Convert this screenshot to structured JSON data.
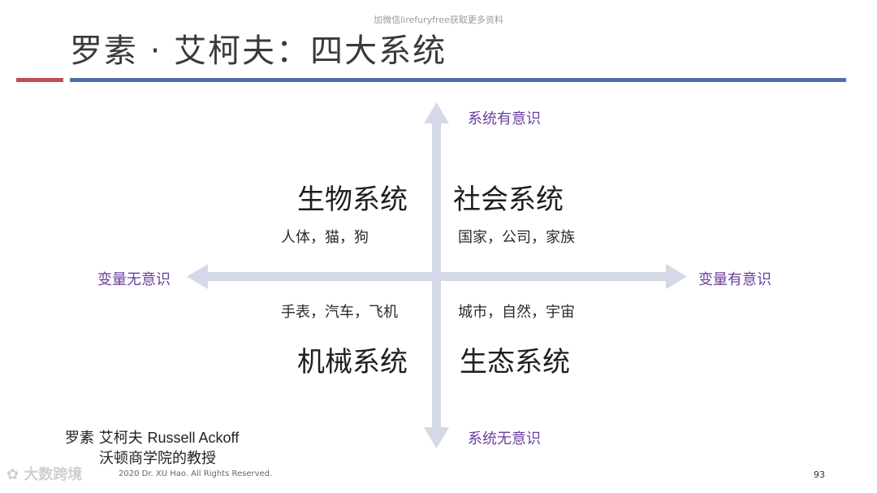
{
  "header": {
    "watermark": "加微信lirefuryfree获取更多资料",
    "title": "罗素 · 艾柯夫：四大系统"
  },
  "axes": {
    "top": "系统有意识",
    "bottom": "系统无意识",
    "left": "变量无意识",
    "right": "变量有意识"
  },
  "quadrants": {
    "top_left": {
      "title": "生物系统",
      "examples": "人体，猫，狗"
    },
    "top_right": {
      "title": "社会系统",
      "examples": "国家，公司，家族"
    },
    "bottom_left": {
      "title": "机械系统",
      "examples": "手表，汽车，飞机"
    },
    "bottom_right": {
      "title": "生态系统",
      "examples": "城市，自然，宇宙"
    }
  },
  "person": {
    "name_cn": "罗素 艾柯夫",
    "name_en": "Russell Ackoff",
    "role": "沃顿商学院的教授"
  },
  "footer": {
    "copyright": "2020 Dr. XU Hao. All Rights Reserved.",
    "page_number": "93",
    "logo_text": "大数跨境"
  },
  "colors": {
    "axis": "#d3d9e6",
    "axis_label": "#6b3f9c",
    "accent_red": "#c0504d",
    "accent_blue": "#4f6fa8"
  }
}
